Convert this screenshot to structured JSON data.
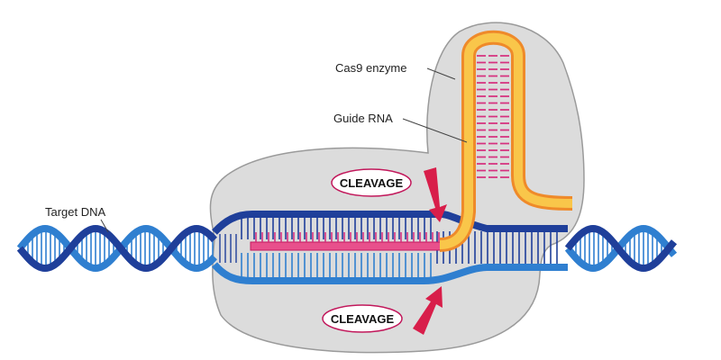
{
  "labels": {
    "cas9": "Cas9 enzyme",
    "guide_rna": "Guide RNA",
    "target_dna": "Target DNA",
    "cleavage_top": "CLEAVAGE",
    "cleavage_bottom": "CLEAVAGE"
  },
  "colors": {
    "enzyme_fill": "#dcdcdc",
    "enzyme_stroke": "#9a9a9a",
    "dna_dark": "#1f3f9a",
    "dna_light": "#2f7fd0",
    "guide_rna_outer": "#f2a23a",
    "guide_rna_inner": "#f9c64a",
    "rna_rungs": "#d6307f",
    "arrow": "#d81e4a",
    "oval_stroke": "#c2185b"
  }
}
